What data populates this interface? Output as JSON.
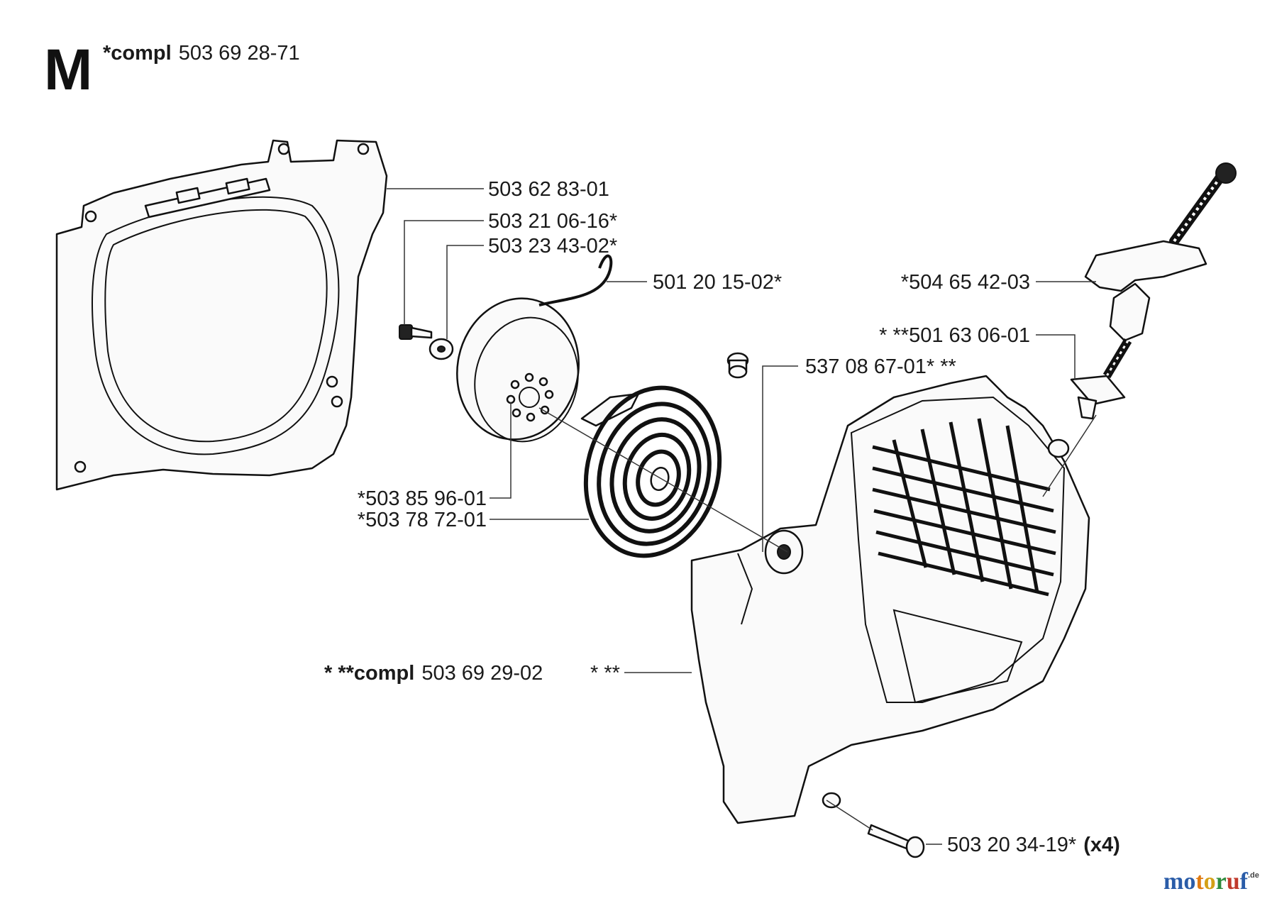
{
  "section_letter": "M",
  "header_kit": {
    "prefix": "*compl",
    "number": "503 69 28-71"
  },
  "labels": {
    "fan_housing": "503 62 83-01",
    "screw_small": "503 21 06-16*",
    "washer": "503 23 43-02*",
    "starter_cord": "501 20 15-02*",
    "pulley": "*503 85 96-01",
    "recoil_spring": "*503 78 72-01",
    "starter_handle": "*504 65 42-03",
    "cord_guide": "* **501 63 06-01",
    "bushing": "537 08 67-01* **",
    "cover_kit_prefix": "* **compl",
    "cover_kit_number": "503 69 29-02",
    "cover_marker": "* **",
    "cover_screw": "503 20 34-19*",
    "cover_screw_qty": "(x4)"
  },
  "watermark": {
    "text": "motoruf",
    "suffix": ".de",
    "letter_colors": [
      "#2a5ca8",
      "#2a5ca8",
      "#e07a10",
      "#d4a017",
      "#2e8b3d",
      "#c0392b",
      "#2a5ca8"
    ]
  }
}
